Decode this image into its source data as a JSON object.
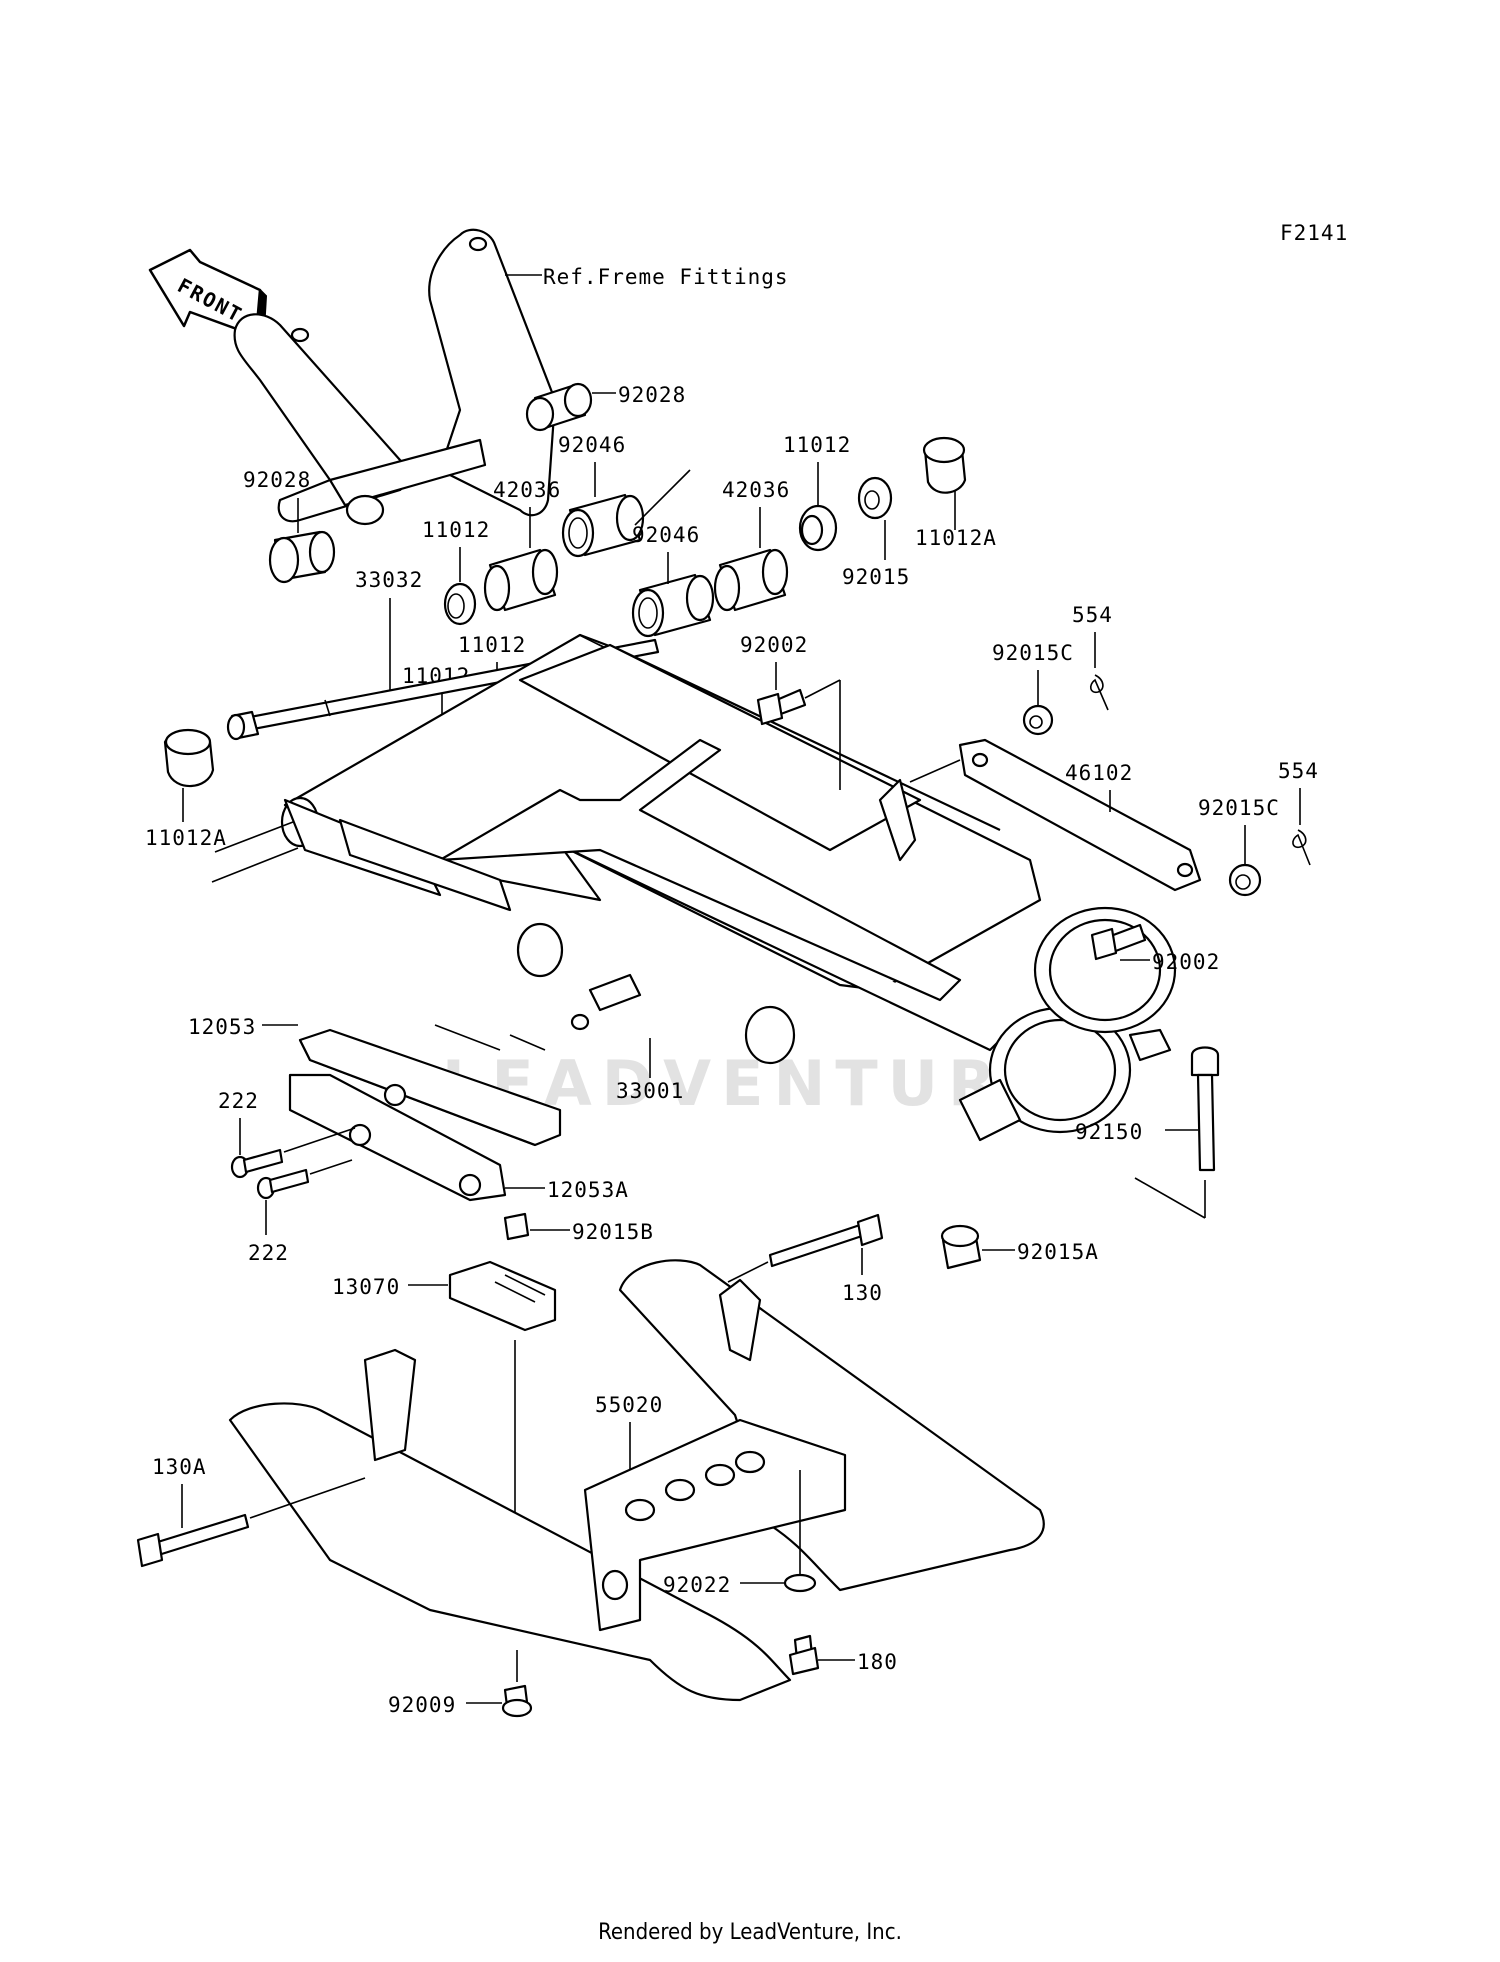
{
  "figure_code": "F2141",
  "direction_label": "FRONT",
  "reference_note": "Ref.Freme Fittings",
  "watermark": "LEADVENTURE",
  "footer": "Rendered by LeadVenture, Inc.",
  "labels": [
    {
      "id": "92028-top",
      "text": "92028"
    },
    {
      "id": "92028-left",
      "text": "92028"
    },
    {
      "id": "92046-top",
      "text": "92046"
    },
    {
      "id": "92046-mid",
      "text": "92046"
    },
    {
      "id": "42036-left",
      "text": "42036"
    },
    {
      "id": "42036-right",
      "text": "42036"
    },
    {
      "id": "11012-tr",
      "text": "11012"
    },
    {
      "id": "11012A-tr",
      "text": "11012A"
    },
    {
      "id": "92015",
      "text": "92015"
    },
    {
      "id": "11012-a",
      "text": "11012"
    },
    {
      "id": "11012-b",
      "text": "11012"
    },
    {
      "id": "11012-c",
      "text": "11012"
    },
    {
      "id": "33032",
      "text": "33032"
    },
    {
      "id": "92002-top",
      "text": "92002"
    },
    {
      "id": "92015C-top",
      "text": "92015C"
    },
    {
      "id": "554-top",
      "text": "554"
    },
    {
      "id": "46102",
      "text": "46102"
    },
    {
      "id": "92015C-right",
      "text": "92015C"
    },
    {
      "id": "554-right",
      "text": "554"
    },
    {
      "id": "11012A-left",
      "text": "11012A"
    },
    {
      "id": "92002-right",
      "text": "92002"
    },
    {
      "id": "12053",
      "text": "12053"
    },
    {
      "id": "33001",
      "text": "33001"
    },
    {
      "id": "222-top",
      "text": "222"
    },
    {
      "id": "222-bottom",
      "text": "222"
    },
    {
      "id": "12053A",
      "text": "12053A"
    },
    {
      "id": "92150",
      "text": "92150"
    },
    {
      "id": "92015B",
      "text": "92015B"
    },
    {
      "id": "92015A",
      "text": "92015A"
    },
    {
      "id": "13070",
      "text": "13070"
    },
    {
      "id": "130",
      "text": "130"
    },
    {
      "id": "55020",
      "text": "55020"
    },
    {
      "id": "130A",
      "text": "130A"
    },
    {
      "id": "92022",
      "text": "92022"
    },
    {
      "id": "180",
      "text": "180"
    },
    {
      "id": "92009",
      "text": "92009"
    }
  ]
}
